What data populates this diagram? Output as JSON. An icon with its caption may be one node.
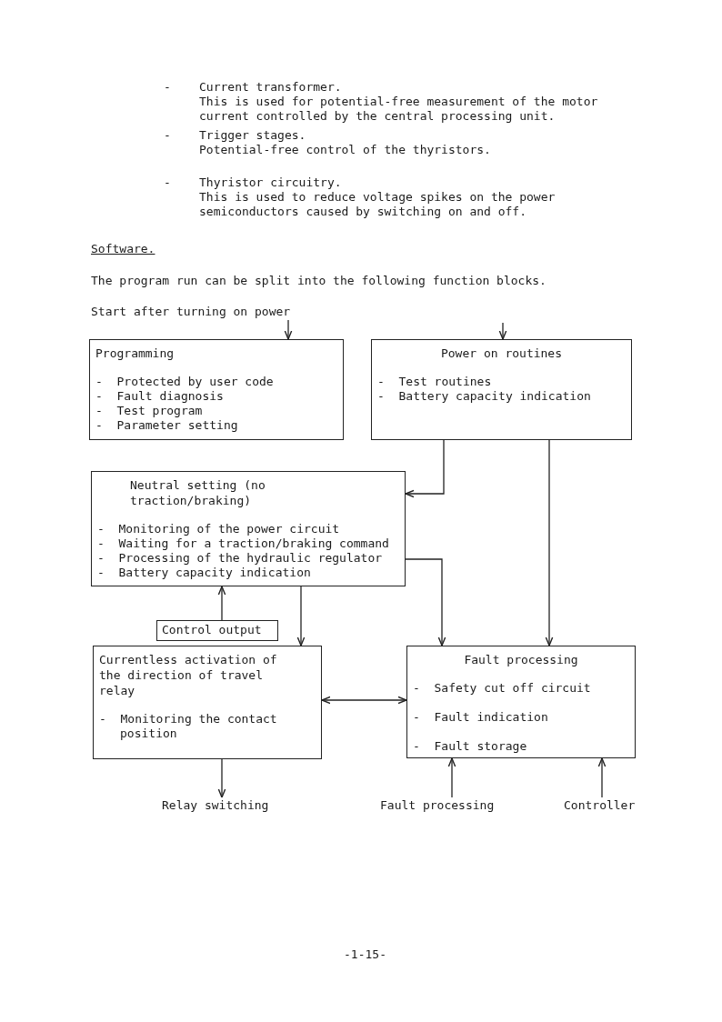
{
  "diagram": {
    "nodes": [
      {
        "text": [
          "Start after turning on power"
        ]
      },
      {
        "text": [
          "Programming",
          "-  Protected by user code",
          "-  Fault diagnosis",
          "-  Test program",
          "-  Parameter setting"
        ]
      },
      {
        "text": [
          "Power on routines",
          "-  Test routines",
          "-  Battery capacity indication"
        ]
      },
      {
        "text": [
          "Neutral setting (no traction/braking)",
          "-  Monitoring of the power circuit",
          "-  Waiting for a traction/braking command",
          "-  Processing of the hydraulic regulator",
          "-  Battery capacity indication"
        ]
      },
      {
        "text": [
          "Control output"
        ]
      },
      {
        "text": [
          "Currentless activation of the direction of travel relay",
          "-  Monitoring the contact position"
        ]
      },
      {
        "text": [
          "Fault processing",
          "-  Safety cut off circuit",
          "-  Fault indication",
          "-  Fault storage"
        ]
      },
      {
        "text": [
          "Relay switching"
        ]
      },
      {
        "text": [
          "Fault processing"
        ]
      },
      {
        "text": [
          "Controller"
        ]
      }
    ],
    "edges": [
      {
        "from": 0,
        "to": 1,
        "arrow": "to"
      },
      {
        "from": null,
        "to": 2,
        "arrow": "to"
      },
      {
        "from": 2,
        "to": 3,
        "arrow": "to"
      },
      {
        "from": 2,
        "to": 6,
        "arrow": "to"
      },
      {
        "from": 3,
        "to": 6,
        "arrow": "to"
      },
      {
        "from": 3,
        "to": 5,
        "arrow": "to"
      },
      {
        "from": 4,
        "to": 3,
        "arrow": "to"
      },
      {
        "from": 5,
        "to": 6,
        "arrow": "both"
      },
      {
        "from": 5,
        "to": 7,
        "arrow": "to"
      },
      {
        "from": 8,
        "to": 6,
        "arrow": "to"
      },
      {
        "from": 9,
        "to": 6,
        "arrow": "to"
      }
    ],
    "labels": [
      "-",
      "Current transformer.",
      "This is used for potential-free measurement of the motor current controlled by the central processing unit.",
      "-",
      "Trigger stages.",
      "Potential-free control of the thyristors.",
      "-",
      "Thyristor circuitry.",
      "This is used to reduce voltage spikes on the power semiconductors caused by switching on and off.",
      "Software.",
      "The program run can be split into the following function blocks.",
      "-1-15-"
    ]
  }
}
